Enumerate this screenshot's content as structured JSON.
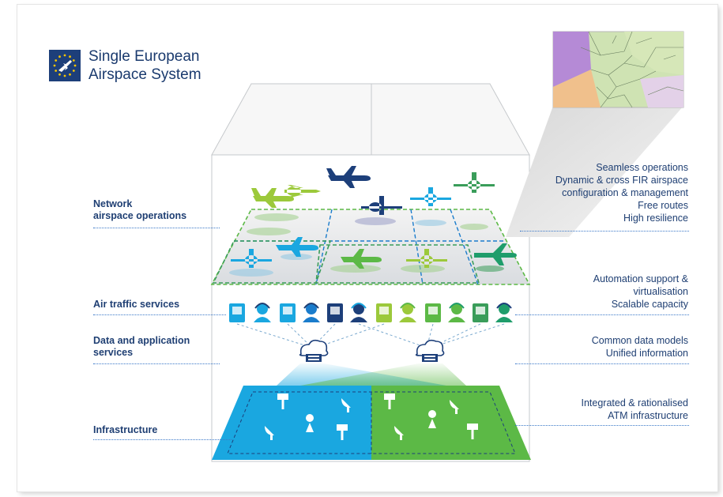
{
  "header": {
    "title_line1": "Single European",
    "title_line2": "Airspace System"
  },
  "left_labels": {
    "network": [
      "Network",
      "airspace operations"
    ],
    "ats": "Air traffic services",
    "data": [
      "Data and application",
      "services"
    ],
    "infra": "Infrastructure"
  },
  "right_labels": {
    "network": [
      "Seamless operations",
      "Dynamic & cross FIR airspace",
      "configuration & management",
      "Free routes",
      "High resilience"
    ],
    "ats": [
      "Automation support &",
      "virtualisation",
      "Scalable capacity"
    ],
    "data": [
      "Common data models",
      "Unified information"
    ],
    "infra": [
      "Integrated & rationalised",
      "ATM infrastructure"
    ]
  },
  "colors": {
    "navy": "#1f3f73",
    "blue": "#1aa7e0",
    "green": "#5cb946",
    "teal": "#1f9d6b",
    "lime": "#9cc93b"
  },
  "icons": [
    "eu-star-plane-logo",
    "airplane-icon",
    "controller-workstation-icon",
    "controller-headset-icon",
    "cloud-server-icon",
    "antenna-icon",
    "satellite-dish-icon",
    "radar-icon"
  ]
}
